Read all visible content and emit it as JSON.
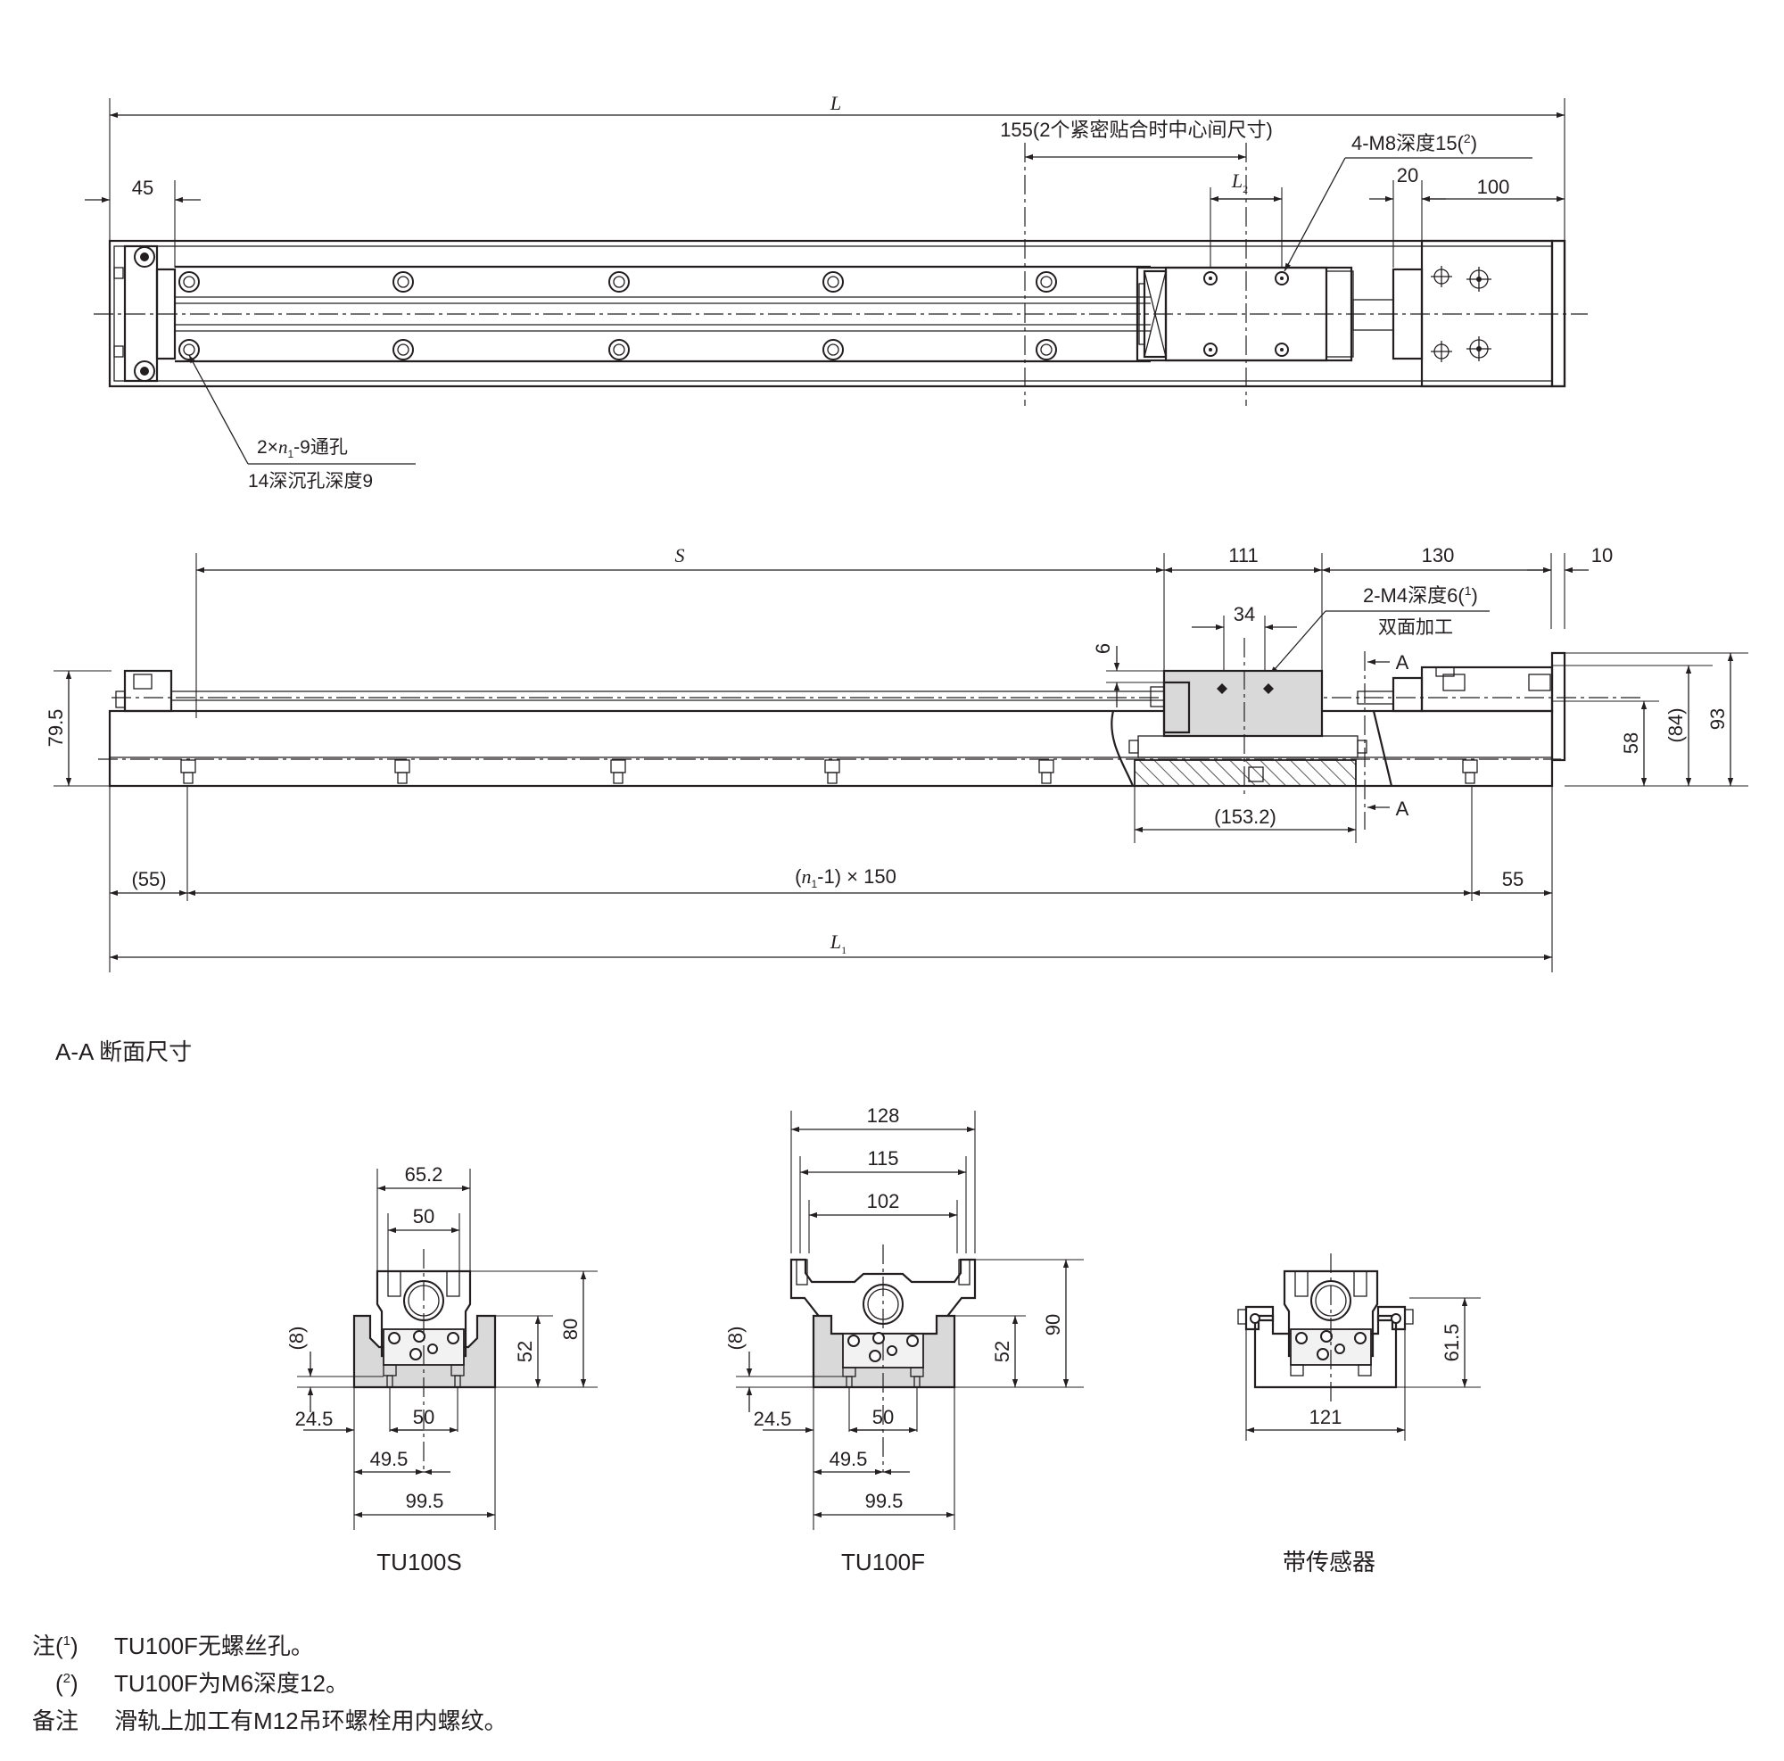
{
  "top_view": {
    "dim_L": "L",
    "dim_155": "155(2个紧密贴合时中心间尺寸)",
    "dim_4m8": "4-M8深度15(",
    "sup_2": "2",
    "close_paren": ")",
    "dim_20": "20",
    "dim_100": "100",
    "dim_45": "45",
    "dim_L2": "L",
    "sub_2": "2",
    "hole_a": "2×",
    "hole_n": "n",
    "hole_sub": "1",
    "hole_b": "-9通孔",
    "hole_line2": "14深沉孔深度9"
  },
  "side_view": {
    "dim_S": "S",
    "dim_111": "111",
    "dim_130": "130",
    "dim_10": "10",
    "dim_34": "34",
    "dim_2m4": "2-M4深度6(",
    "sup_1": "1",
    "close_paren": ")",
    "dual": "双面加工",
    "dim_6": "6",
    "dim_795": "79.5",
    "dim_58": "58",
    "dim_84": "(84)",
    "dim_93": "93",
    "section_A": "A",
    "dim_1532": "(153.2)",
    "dim_55p": "(55)",
    "pitch_open": "(",
    "pitch_n": "n",
    "pitch_sub": "1",
    "pitch_rest": "-1) × 150",
    "dim_55": "55",
    "dim_L1": "L",
    "sub_1": "1"
  },
  "section_title": "A-A 断面尺寸",
  "sections": [
    {
      "caption": "TU100S",
      "dim_652": "65.2",
      "dim_50top": "50",
      "dim_80": "80",
      "dim_52": "52",
      "dim_8": "(8)",
      "dim_245": "24.5",
      "dim_50": "50",
      "dim_495": "49.5",
      "dim_995": "99.5"
    },
    {
      "caption": "TU100F",
      "dim_128": "128",
      "dim_115": "115",
      "dim_102": "102",
      "dim_90": "90",
      "dim_52": "52",
      "dim_8": "(8)",
      "dim_245": "24.5",
      "dim_50": "50",
      "dim_495": "49.5",
      "dim_995": "99.5"
    },
    {
      "caption": "带传感器",
      "dim_615": "61.5",
      "dim_121": "121"
    }
  ],
  "notes": [
    {
      "label": "注(",
      "sup": "1",
      "close": ")",
      "text": "TU100F无螺丝孔。"
    },
    {
      "label": "(",
      "sup": "2",
      "close": ")",
      "text": "TU100F为M6深度12。"
    },
    {
      "label": "备注",
      "text": "滑轨上加工有M12吊环螺栓用内螺纹。"
    }
  ]
}
